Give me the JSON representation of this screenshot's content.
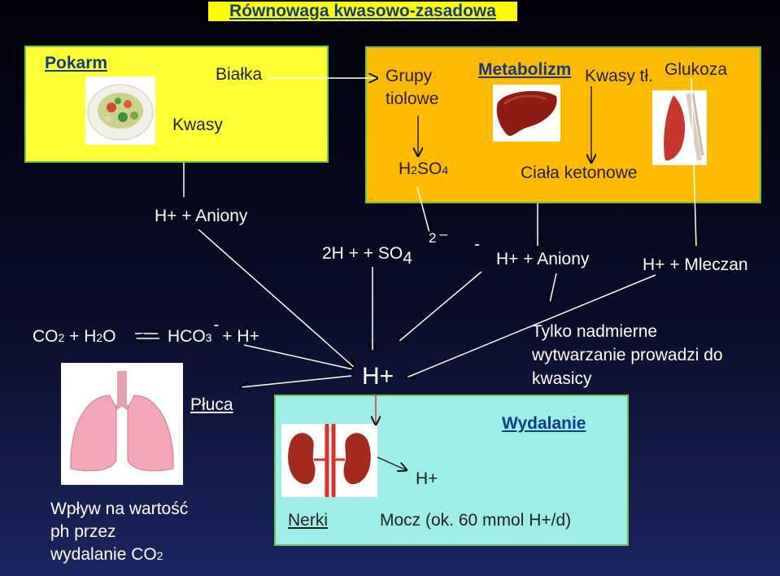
{
  "title": "Równowaga kwasowo-zasadowa",
  "food_box": {
    "heading": "Pokarm",
    "protein": "Białka",
    "acids": "Kwasy"
  },
  "metabolism_box": {
    "thiol_line1": "Grupy",
    "thiol_line2": "tiolowe",
    "heading": "Metabolizm",
    "fatty_acids": "Kwasy tł.",
    "glucose": "Glukoza",
    "h2so4_main": "H",
    "h2so4_sub": "2",
    "h2so4_rest": "SO",
    "h2so4_sub4": "4",
    "ketones": "Ciała ketonowe"
  },
  "ions": {
    "left": "H+   + Aniony",
    "sulfate_pre": "2H +  + SO",
    "sulfate_sub": "4",
    "sulfate_charge": "2",
    "sulfate_minus": "–",
    "sulfate_minus2": "-",
    "middle": "H+   + Aniony",
    "lactate": "H+   + Mleczan"
  },
  "lungs_row": {
    "co2": "CO",
    "co2_sub": "2",
    "plus_h2o": " + H",
    "h2o_sub": "2",
    "o": "O",
    "hco3": "HCO",
    "hco3_sub": "3",
    "hco3_minus": "-",
    "plus_h": "  + H+",
    "lungs_label": "Płuca",
    "effect_line1": "Wpływ na wartość",
    "effect_line2": "ph  przez",
    "effect_line3": "wydalanie CO",
    "effect_sub": "2"
  },
  "center": {
    "h_plus": "H+"
  },
  "note": {
    "line1": "Tylko nadmierne",
    "line2": "wytwarzanie prowadzi do",
    "line3": "kwasicy"
  },
  "excretion_box": {
    "heading": "Wydalanie",
    "h_plus": "H+",
    "kidneys": "Nerki",
    "urine": "Mocz (ok. 60 mmol H+/d)"
  },
  "colors": {
    "food_box": "#ffff33",
    "metabolism_box": "#ffbb00",
    "excretion_box": "#9ceee6",
    "heading": "#123b8c",
    "red_arrow": "#e23030"
  },
  "icons": [
    "food-plate-image",
    "liver-image",
    "muscle-image",
    "lungs-image",
    "kidneys-image"
  ]
}
